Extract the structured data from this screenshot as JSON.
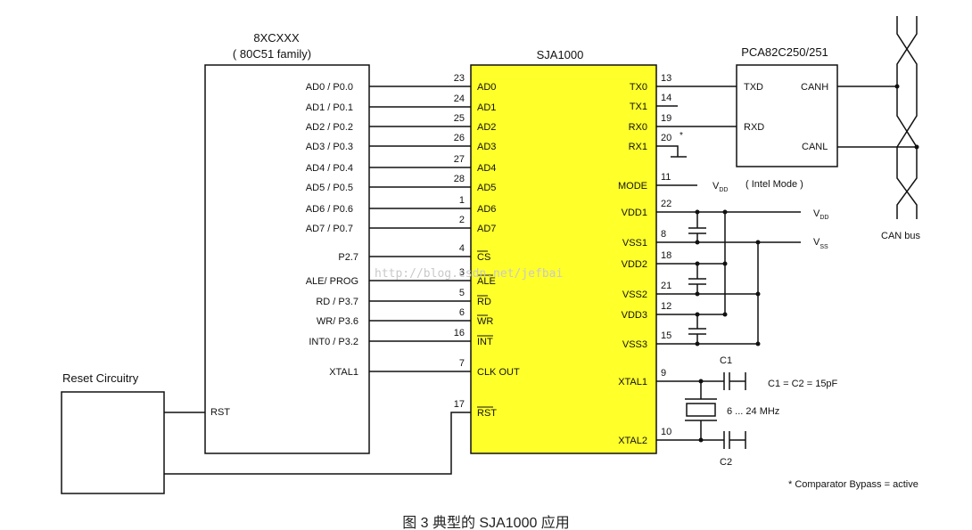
{
  "mcu": {
    "title": "8XCXXX",
    "subtitle": "( 80C51 family)",
    "port_pins": [
      "AD0 / P0.0",
      "AD1 / P0.1",
      "AD2 / P0.2",
      "AD3 / P0.3",
      "AD4 / P0.4",
      "AD5 / P0.5",
      "AD6 / P0.6",
      "AD7 / P0.7"
    ],
    "ctrl_pins": [
      "P2.7",
      "ALE/ PROG",
      "RD / P3.7",
      "WR/ P3.6",
      "INT0 / P3.2",
      "XTAL1"
    ],
    "rst": "RST"
  },
  "sja": {
    "title": "SJA1000",
    "left_pins": [
      "AD0",
      "AD1",
      "AD2",
      "AD3",
      "AD4",
      "AD5",
      "AD6",
      "AD7",
      "CS",
      "ALE",
      "RD",
      "WR",
      "INT",
      "CLK OUT",
      "RST"
    ],
    "left_nums": [
      "23",
      "24",
      "25",
      "26",
      "27",
      "28",
      "1",
      "2",
      "4",
      "3",
      "5",
      "6",
      "16",
      "7",
      "17"
    ],
    "right_pins": [
      "TX0",
      "TX1",
      "RX0",
      "RX1",
      "MODE",
      "VDD1",
      "VSS1",
      "VDD2",
      "VSS2",
      "VDD3",
      "VSS3",
      "XTAL1",
      "XTAL2"
    ],
    "right_nums": [
      "13",
      "14",
      "19",
      "20",
      "11",
      "22",
      "8",
      "18",
      "21",
      "12",
      "15",
      "9",
      "10"
    ]
  },
  "transceiver": {
    "title": "PCA82C250/251",
    "txd": "TXD",
    "rxd": "RXD",
    "canh": "CANH",
    "canl": "CANL"
  },
  "labels": {
    "vdd_main": "V",
    "vdd_sub": "DD",
    "vss_main": "V",
    "vss_sub": "SS",
    "intel_mode": "( Intel Mode )",
    "can_bus": "CAN bus",
    "c1": "C1",
    "c2": "C2",
    "c_value": "C1 = C2 = 15pF",
    "crystal": "6 ... 24 MHz",
    "star": "*",
    "reset_circuitry": "Reset Circuitry",
    "note": "* Comparator Bypass = active",
    "watermark": "http://blog.csdn.net/jefbai"
  },
  "caption": "图 3    典型的 SJA1000 应用",
  "colors": {
    "chip_fill": "#ffff2a",
    "line": "#111111"
  }
}
